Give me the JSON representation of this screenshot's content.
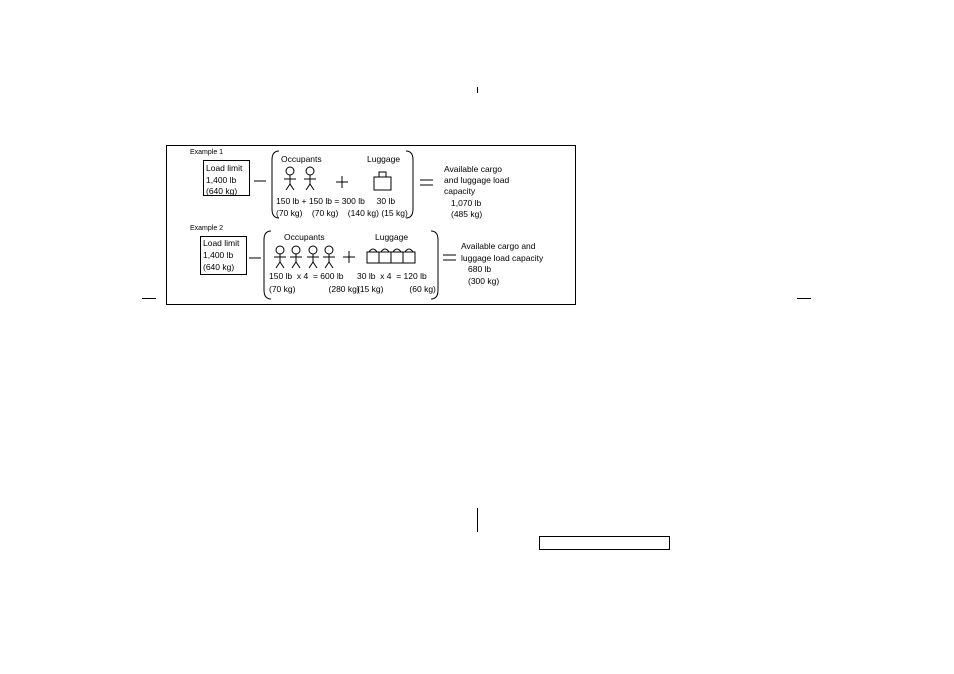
{
  "example1": {
    "label": "Example 1",
    "load_limit": [
      "Load limit",
      "1,400 lb",
      "(640 kg)"
    ],
    "occupants_heading": "Occupants",
    "luggage_heading": "Luggage",
    "calc_lb": "150 lb + 150 lb = 300 lb     30 lb",
    "calc_kg": "(70 kg)    (70 kg)    (140 kg) (15 kg)",
    "result": [
      "Available cargo",
      "and luggage load",
      "capacity",
      "1,070 lb",
      "(485 kg)"
    ]
  },
  "example2": {
    "label": "Example 2",
    "load_limit": [
      "Load limit",
      "1,400 lb",
      "(640 kg)"
    ],
    "occupants_heading": "Occupants",
    "luggage_heading": "Luggage",
    "calc_lb_occ": "150 lb  x 4  = 600 lb",
    "calc_kg_occ": "(70 kg)              (280 kg)",
    "calc_lb_lug": "30 lb  x 4  = 120 lb",
    "calc_kg_lug": "(15 kg)           (60 kg)",
    "result": [
      "Available cargo and",
      "luggage load capacity",
      "680 lb",
      "(300 kg)"
    ]
  }
}
